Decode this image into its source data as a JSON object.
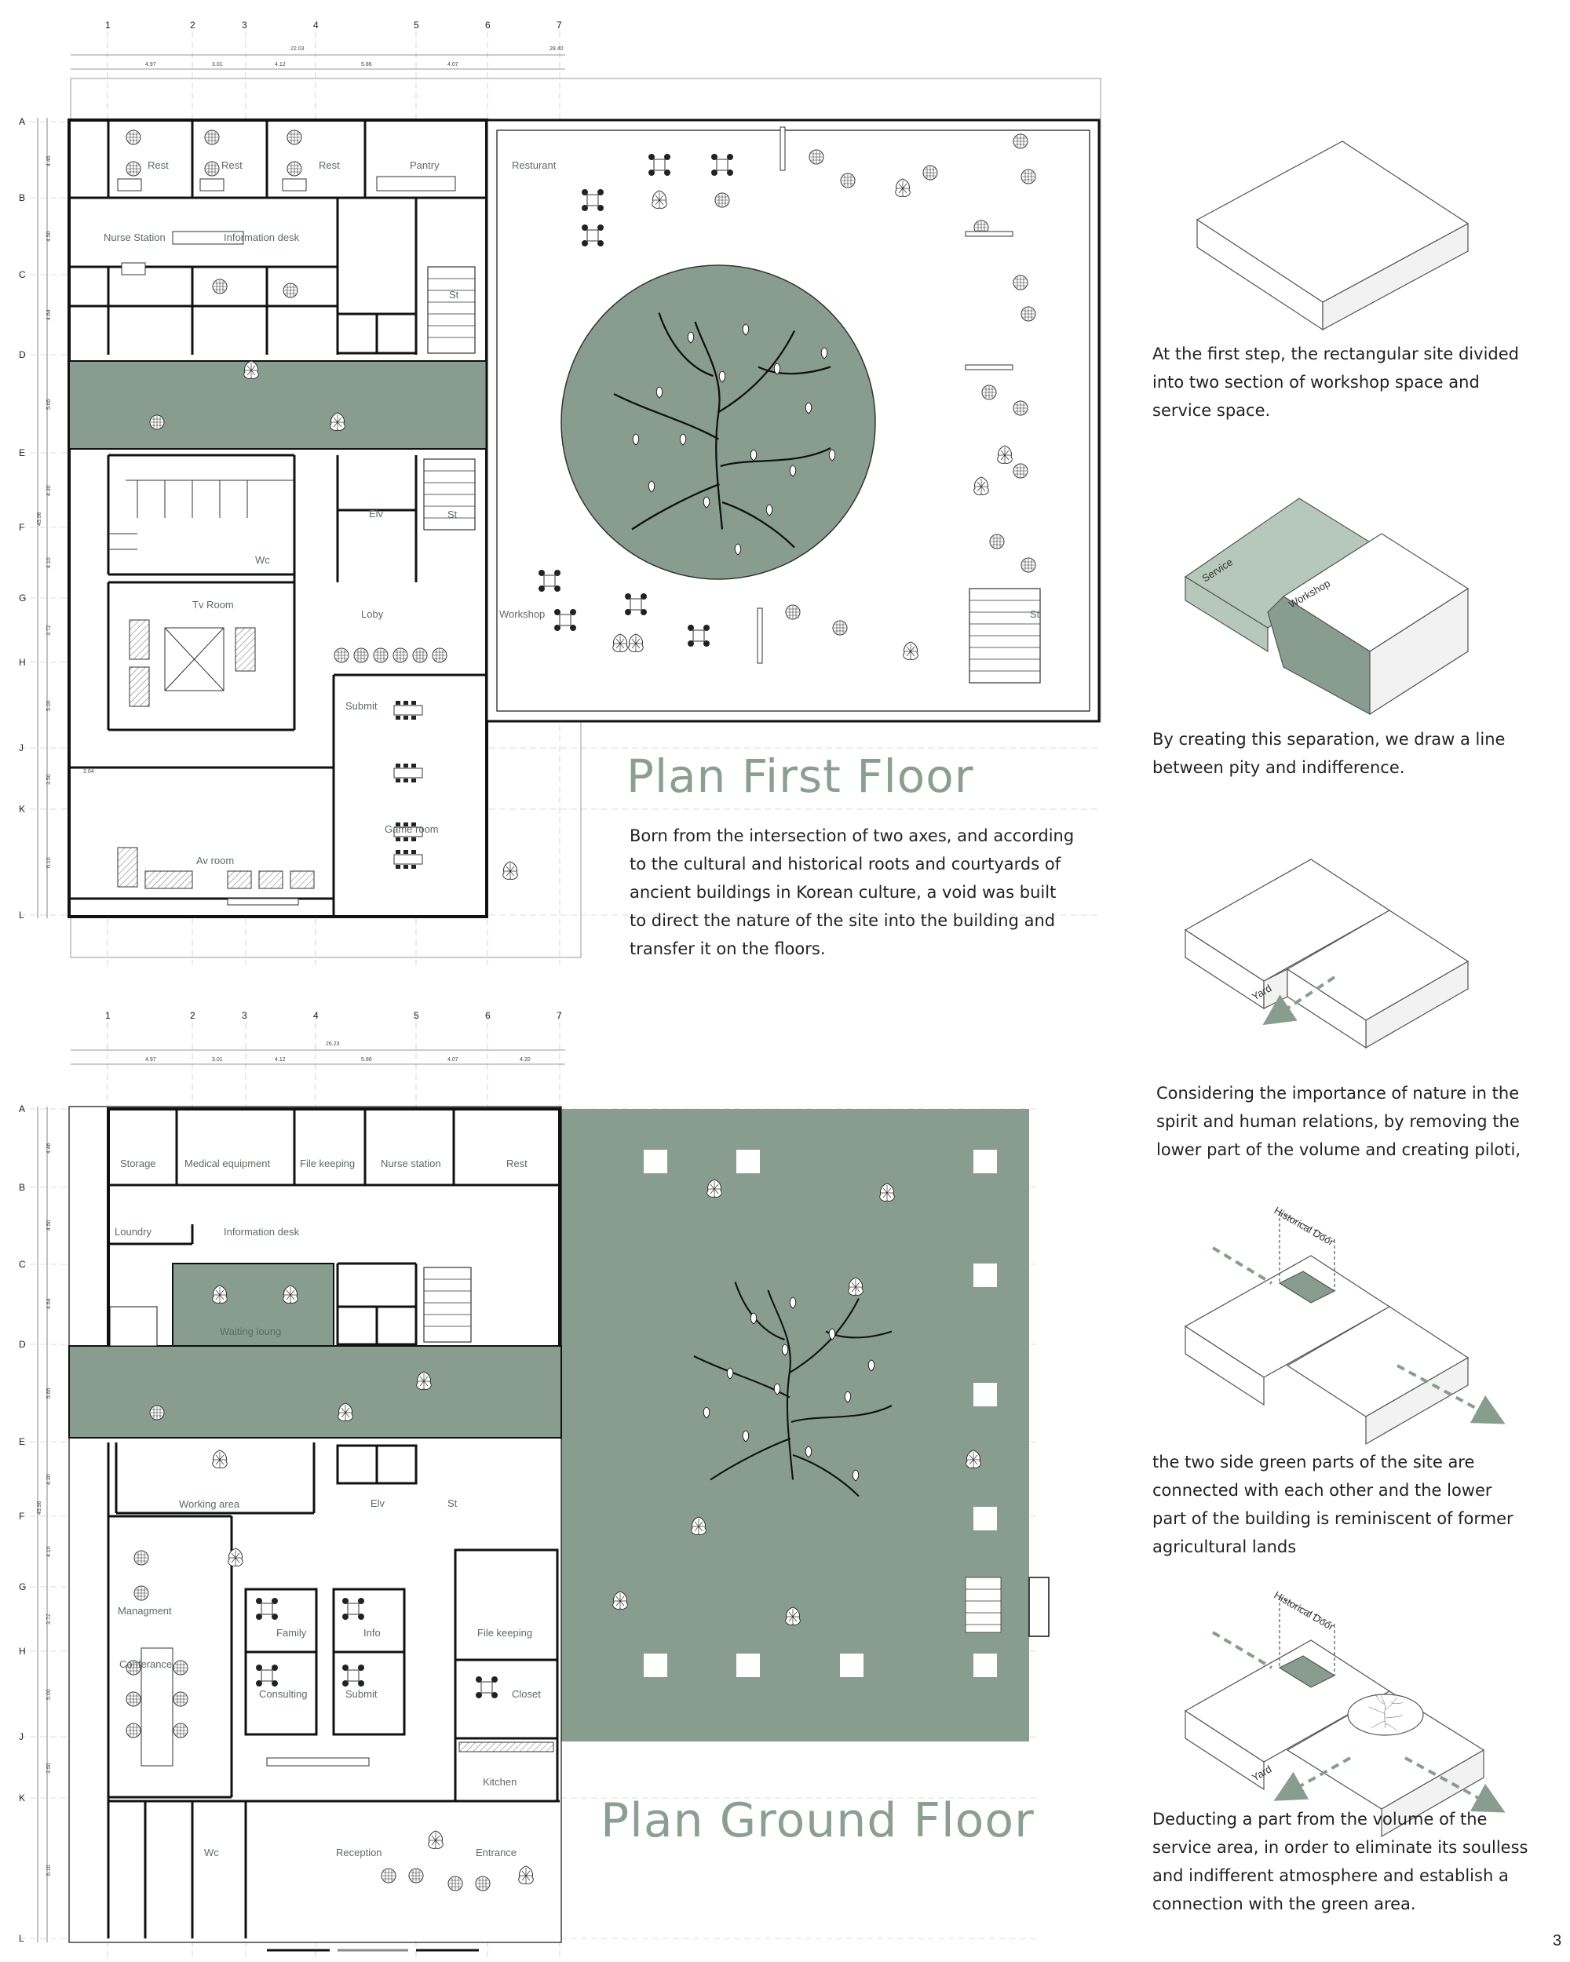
{
  "colors": {
    "green": "#889d90",
    "green_light": "#b6c8bb",
    "wall": "#1a1a1a",
    "text": "#222222"
  },
  "first_floor": {
    "title": "Plan First Floor",
    "description": "Born from the intersection of two axes, and according to the cultural and historical roots and courtyards of ancient buildings in Korean culture, a void was built to direct the nature of the site into the building and transfer it on the floors.",
    "col_axes": [
      "1",
      "2",
      "3",
      "4",
      "5",
      "6",
      "7"
    ],
    "row_axes": [
      "A",
      "B",
      "C",
      "D",
      "E",
      "F",
      "G",
      "H",
      "J",
      "K",
      "L"
    ],
    "top_dims": [
      "4.97",
      "3.01",
      "4.12",
      "5.86",
      "4.07"
    ],
    "overall_dims": [
      "22.03",
      "28.40"
    ],
    "side_dims": [
      "4.46",
      "4.50",
      "4.64",
      "5.65",
      "4.30",
      "4.10",
      "3.72",
      "5.00",
      "3.50",
      "6.10"
    ],
    "total_side": "45.96",
    "extra_dim": "2.04",
    "rooms": {
      "rest1": "Rest",
      "rest2": "Rest",
      "rest3": "Rest",
      "pantry": "Pantry",
      "restaurant": "Resturant",
      "nurse": "Nurse Station",
      "info": "Information desk",
      "st1": "St",
      "elv": "Elv",
      "st2": "St",
      "wc": "Wc",
      "tv": "Tv Room",
      "lobby": "Loby",
      "workshop": "Workshop",
      "st3": "St",
      "submit": "Submit",
      "game": "Game room",
      "av": "Av room"
    }
  },
  "ground_floor": {
    "title": "Plan Ground Floor",
    "col_axes": [
      "1",
      "2",
      "3",
      "4",
      "5",
      "6",
      "7"
    ],
    "row_axes": [
      "A",
      "B",
      "C",
      "D",
      "E",
      "F",
      "G",
      "H",
      "J",
      "K",
      "L"
    ],
    "top_dims": [
      "4.97",
      "3.01",
      "4.12",
      "5.86",
      "4.07",
      "4.20"
    ],
    "overall_dims": [
      "26.23"
    ],
    "side_dims": [
      "4.46",
      "4.50",
      "4.64",
      "5.65",
      "4.30",
      "4.10",
      "3.72",
      "5.00",
      "3.50",
      "6.10"
    ],
    "total_side": "45.96",
    "rooms": {
      "storage": "Storage",
      "medical": "Medical equipment",
      "filekeep1": "File keeping",
      "nurse": "Nurse station",
      "rest": "Rest",
      "laundry": "Loundry",
      "info": "Information desk",
      "waiting": "Waiting loung",
      "working": "Working area",
      "elv": "Elv",
      "st": "St",
      "managment": "Managment",
      "family": "Family",
      "info2": "Info",
      "filekeep2": "File keeping",
      "conference": "Conferance",
      "consulting": "Consulting",
      "submit": "Submit",
      "closet": "Closet",
      "kitchen": "Kitchen",
      "wc": "Wc",
      "reception": "Reception",
      "entrance": "Entrance"
    }
  },
  "diagram": {
    "labels": {
      "service": "Service",
      "workshop": "Workshop",
      "yard1": "Yard",
      "historical1": "Historical Door",
      "historical2": "Historical Door",
      "yard2": "Yard"
    },
    "captions": [
      "At the first step, the rectangular site divided into two section of workshop space and service space.",
      "By creating this separation, we draw a line between pity and indifference.",
      "Considering the importance of nature in the spirit and human relations, by removing the lower part of the volume and creating piloti,",
      "the two side green parts of the site are connected with each other and the lower part of the building is reminiscent of former agricultural lands",
      "Deducting a part from the volume of the service area, in order to eliminate its soulless and indifferent atmosphere and establish a connection with the green area."
    ]
  },
  "page_number": "3"
}
